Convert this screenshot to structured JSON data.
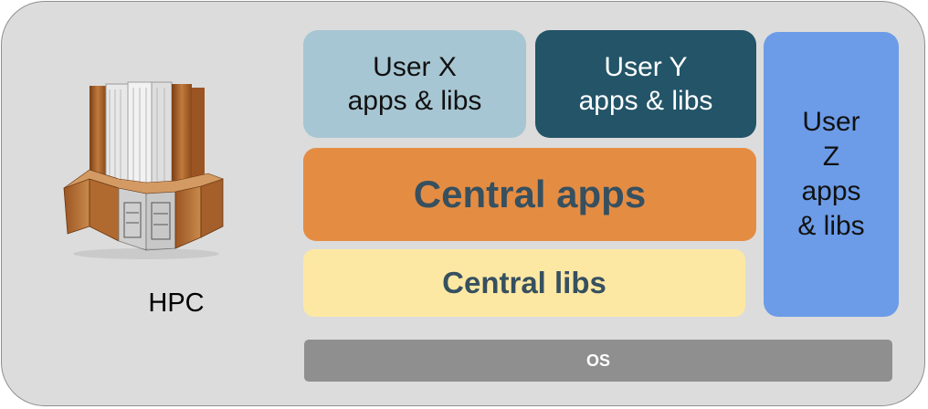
{
  "diagram": {
    "user_x": {
      "line1": "User X",
      "line2": "apps & libs"
    },
    "user_y": {
      "line1": "User Y",
      "line2": "apps & libs"
    },
    "user_z": {
      "line1": "User",
      "line2": "Z",
      "line3": "apps",
      "line4": "& libs"
    },
    "central_apps": "Central apps",
    "central_libs": "Central libs",
    "os": "OS",
    "hpc_label": "HPC",
    "hpc_image": "supercomputer-illustration"
  },
  "colors": {
    "panel_bg": "#dcdcdc",
    "user_x": "#a7c6d3",
    "user_y": "#235468",
    "user_z": "#6c9ce8",
    "central_apps": "#e58c43",
    "central_libs": "#fde8a3",
    "os": "#8f8f8f",
    "bold_text": "#36505f"
  }
}
